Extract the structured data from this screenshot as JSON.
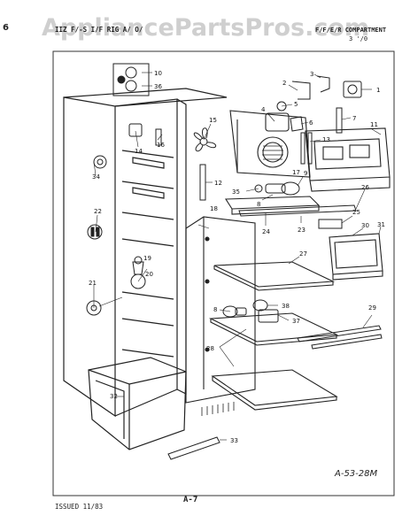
{
  "watermark": "AppliancePartsPros.com",
  "header": {
    "left": "IIZ  F/-S  I/F  RIG  A/  O/",
    "right": "F/F/E/R  COMPARTMENT",
    "revision": "3  '/0"
  },
  "drawing_code": "A-53-28M",
  "footer": {
    "issued": "ISSUED 11/83",
    "page": "A-7"
  },
  "margin_mark": "6",
  "part_numbers": [
    "1",
    "2",
    "3",
    "4",
    "5",
    "6",
    "7",
    "8",
    "9",
    "10",
    "11",
    "12",
    "13",
    "14",
    "15",
    "16",
    "17",
    "18",
    "19",
    "20",
    "21",
    "22",
    "23",
    "24",
    "25",
    "26",
    "27",
    "28",
    "29",
    "30",
    "31",
    "32",
    "33",
    "34",
    "35",
    "36",
    "37",
    "38"
  ]
}
